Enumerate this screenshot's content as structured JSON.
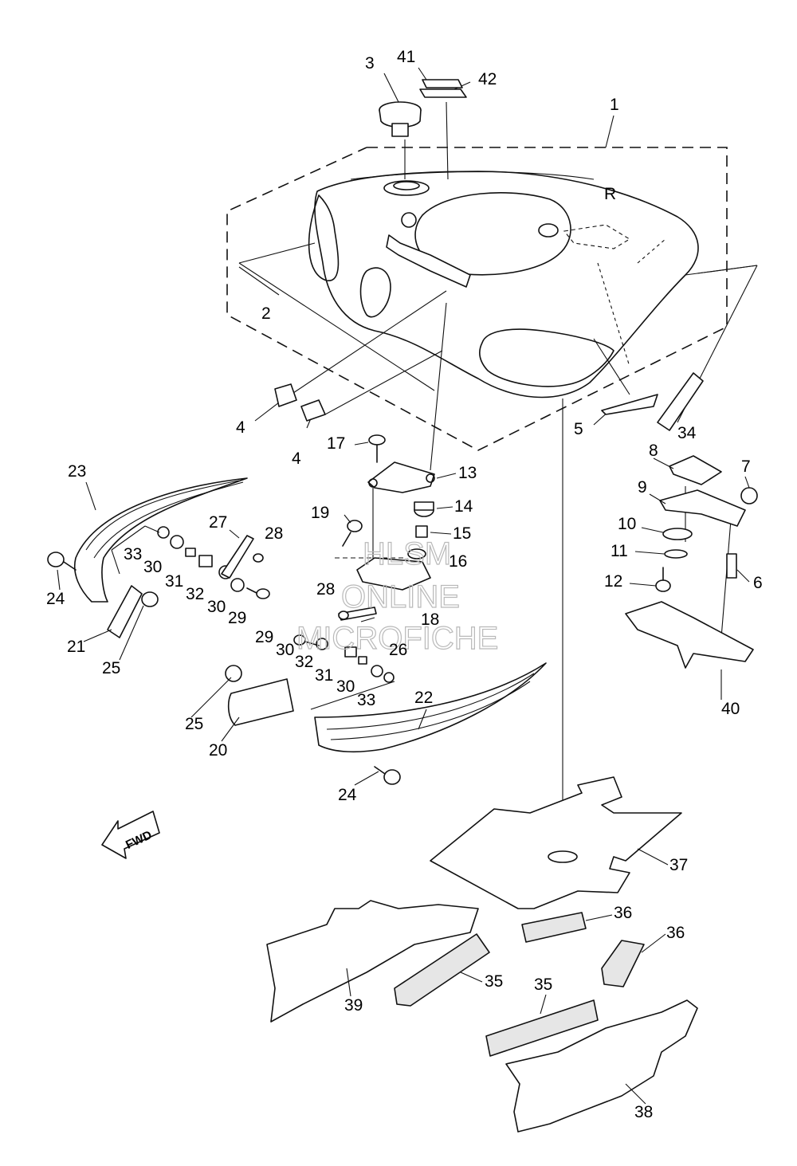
{
  "watermark": {
    "line1": "HLSM",
    "line2": "ONLINE",
    "line3": "MICROFICHE"
  },
  "direction_label": "FWD",
  "callouts": {
    "c1": "1",
    "c2": "2",
    "c3": "3",
    "c4a": "4",
    "c4b": "4",
    "c5": "5",
    "c6": "6",
    "c7": "7",
    "c8": "8",
    "c9": "9",
    "c10": "10",
    "c11": "11",
    "c12": "12",
    "c13": "13",
    "c14": "14",
    "c15": "15",
    "c16": "16",
    "c17": "17",
    "c18": "18",
    "c19": "19",
    "c20": "20",
    "c21": "21",
    "c22": "22",
    "c23": "23",
    "c24a": "24",
    "c24b": "24",
    "c25a": "25",
    "c25b": "25",
    "c26": "26",
    "c27": "27",
    "c28a": "28",
    "c28b": "28",
    "c29a": "29",
    "c29b": "29",
    "c30a": "30",
    "c30b": "30",
    "c30c": "30",
    "c30d": "30",
    "c31a": "31",
    "c31b": "31",
    "c32a": "32",
    "c32b": "32",
    "c33a": "33",
    "c33b": "33",
    "c34": "34",
    "c35a": "35",
    "c35b": "35",
    "c36a": "36",
    "c36b": "36",
    "c37": "37",
    "c38": "38",
    "c39": "39",
    "c40": "40",
    "c41": "41",
    "c42": "42"
  }
}
